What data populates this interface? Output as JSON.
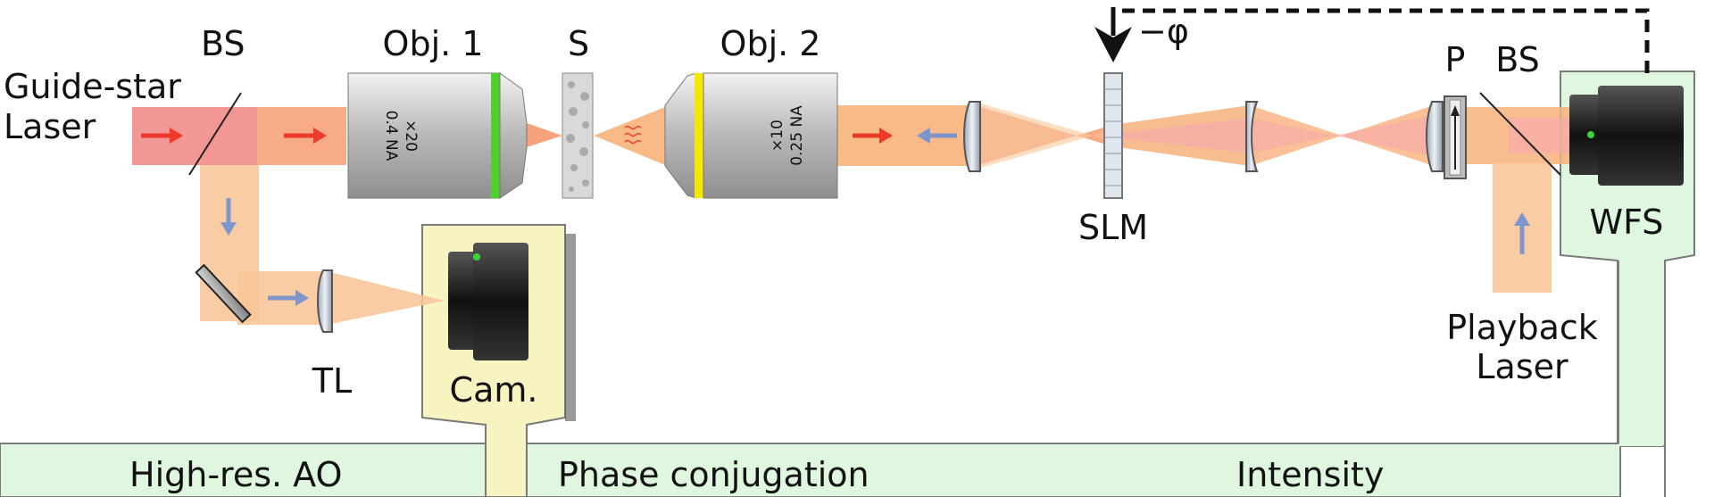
{
  "labels": {
    "bs_left": "BS",
    "obj1": "Obj. 1",
    "sample": "S",
    "obj2": "Obj. 2",
    "phase": "−φ",
    "p": "P",
    "bs_right": "BS",
    "guide_line1": "Guide-star",
    "guide_line2": "Laser",
    "slm": "SLM",
    "wfs": "WFS",
    "tl": "TL",
    "cam": "Cam.",
    "playback_line1": "Playback",
    "playback_line2": "Laser"
  },
  "objectives": {
    "obj1_mag": "×20",
    "obj1_na": "0.4 NA",
    "obj2_mag": "×10",
    "obj2_na": "0.25 NA"
  },
  "bottom_bar": {
    "left": "High-res. AO",
    "middle": "Phase conjugation",
    "right": "Intensity"
  },
  "colors": {
    "guide_beam": "#f28b8b",
    "relay_beam": "#f7b27a",
    "playback_beam": "#f9c79a",
    "panel_green": "#dff7de",
    "cam_panel": "#f8f4c2",
    "arrow_red": "#ee3a2a",
    "arrow_blue": "#7e96cc",
    "obj1_ring": "#4fd12c",
    "obj2_ring": "#f3e800"
  }
}
